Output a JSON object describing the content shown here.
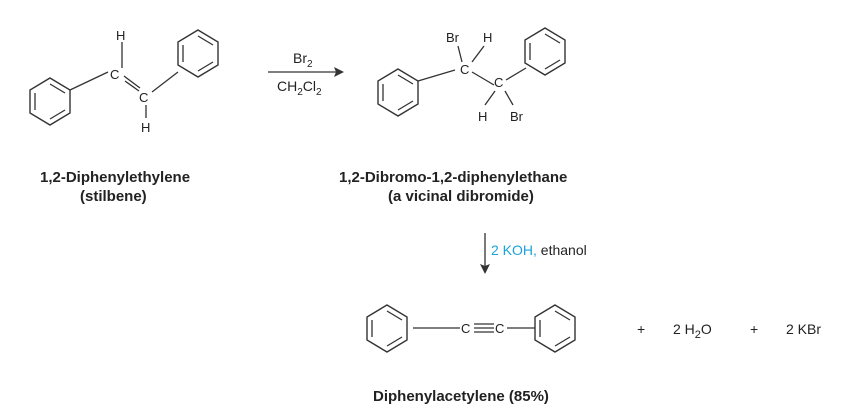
{
  "colors": {
    "accent_br": "#e0218a",
    "accent_reagent": "#1aa3dc",
    "ink": "#222222"
  },
  "stilbene": {
    "h": "H",
    "c": "C",
    "name": "1,2-Diphenylethylene",
    "common": "(stilbene)"
  },
  "reagent1": {
    "br2": "Br",
    "br2_sub": "2",
    "solvent": "CH",
    "solvent_sub1": "2",
    "solvent_cl": "Cl",
    "solvent_sub2": "2"
  },
  "dibromide": {
    "br": "Br",
    "h": "H",
    "c": "C",
    "name": "1,2-Dibromo-1,2-diphenylethane",
    "desc": "(a vicinal dibromide)"
  },
  "reagent2": {
    "base": "2 KOH,",
    "solvent": " ethanol"
  },
  "product": {
    "c": "C",
    "name": "Diphenylacetylene (85%)"
  },
  "byproducts": {
    "plus": "+",
    "water_coef": "2 H",
    "water_sub": "2",
    "water_o": "O",
    "kbr": "2 KBr"
  }
}
